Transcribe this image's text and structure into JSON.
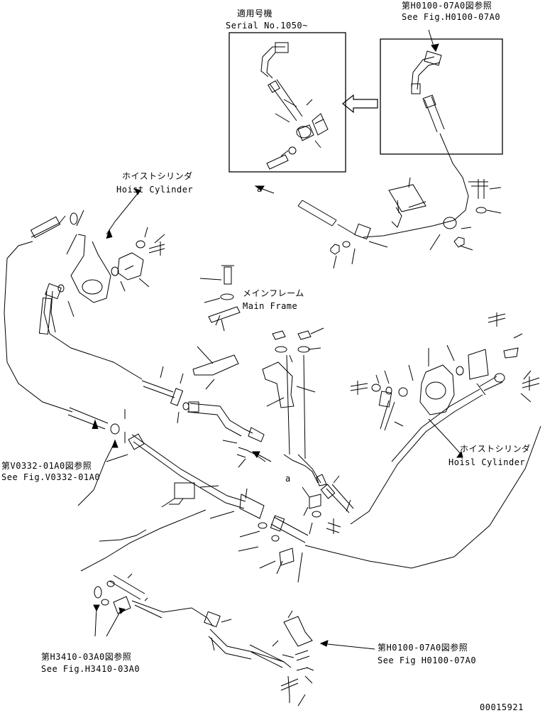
{
  "labels": {
    "serial_jp": "適用号機",
    "serial_en": "Serial No.1050~",
    "ref_h0100_jp_top": "第H0100-07A0図参照",
    "ref_h0100_en_top": "See Fig.H0100-07A0",
    "hoist_left_jp": "ホイストシリンダ",
    "hoist_left_en": "Hoist Cylinder",
    "main_frame_jp": "メインフレーム",
    "main_frame_en": "Main Frame",
    "mark_a_top": "a",
    "mark_a_mid": "a",
    "ref_v0332_jp": "第V0332-01A0図参照",
    "ref_v0332_en": "See Fig.V0332-01A0",
    "hoist_right_jp": "ホイストシリンダ",
    "hoist_right_en": "Hoisl Cylinder",
    "ref_h3410_jp": "第H3410-03A0図参照",
    "ref_h3410_en": "See Fig.H3410-03A0",
    "ref_h0100_jp_bottom": "第H0100-07A0図参照",
    "ref_h0100_en_bottom": "See Fig H0100-07A0",
    "drawing_no": "00015921"
  }
}
